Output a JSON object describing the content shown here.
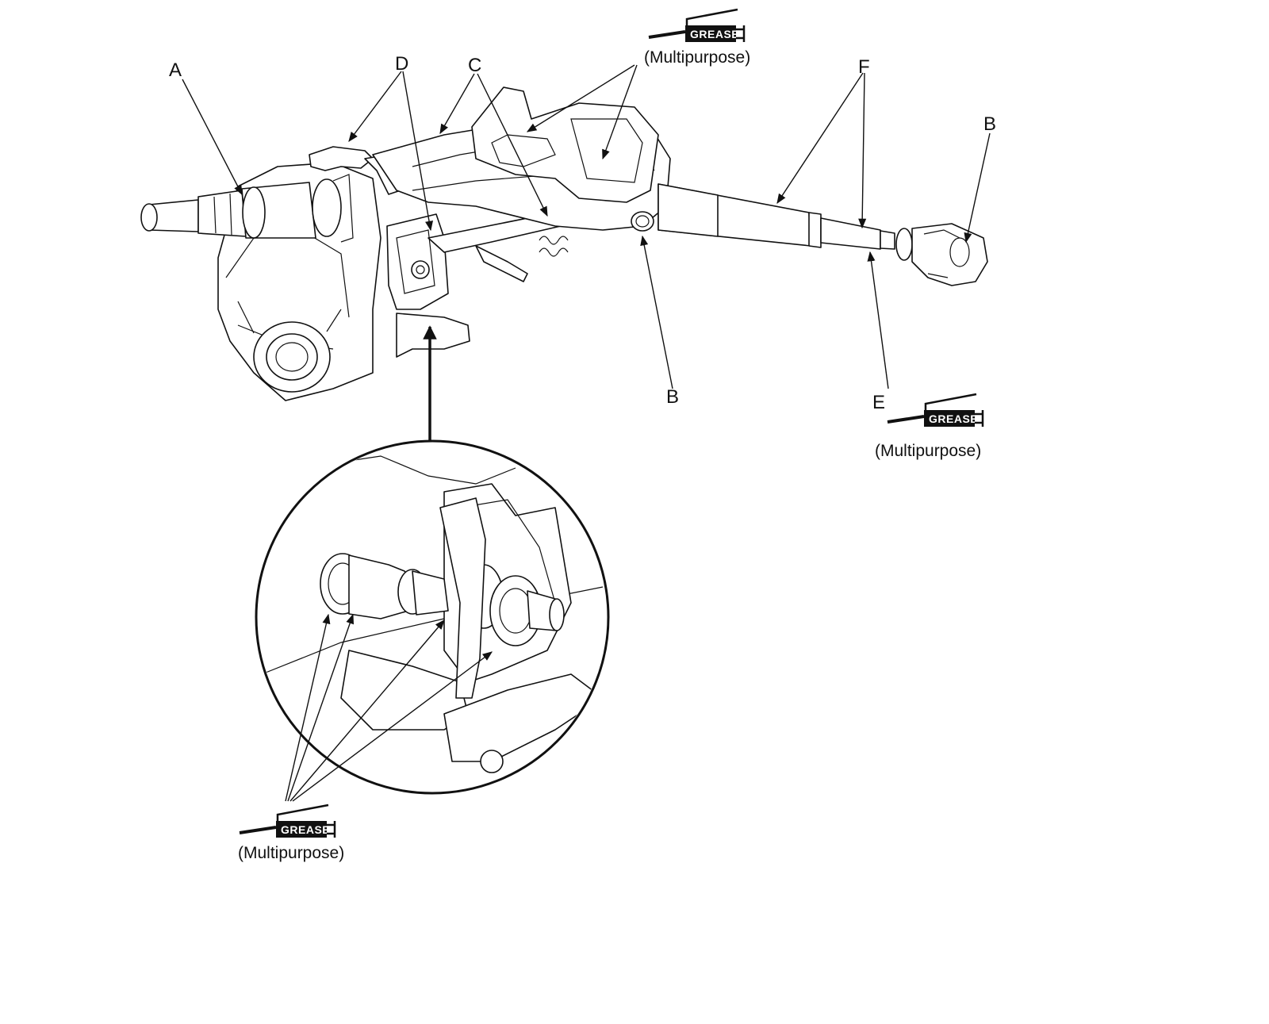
{
  "labels": {
    "a": "A",
    "b_top": "B",
    "b_mid": "B",
    "c": "C",
    "d": "D",
    "e": "E",
    "f": "F"
  },
  "grease": {
    "badge_text": "GREASE",
    "top_note": "(Multipurpose)",
    "right_note": "(Multipurpose)",
    "bottom_note": "(Multipurpose)"
  }
}
